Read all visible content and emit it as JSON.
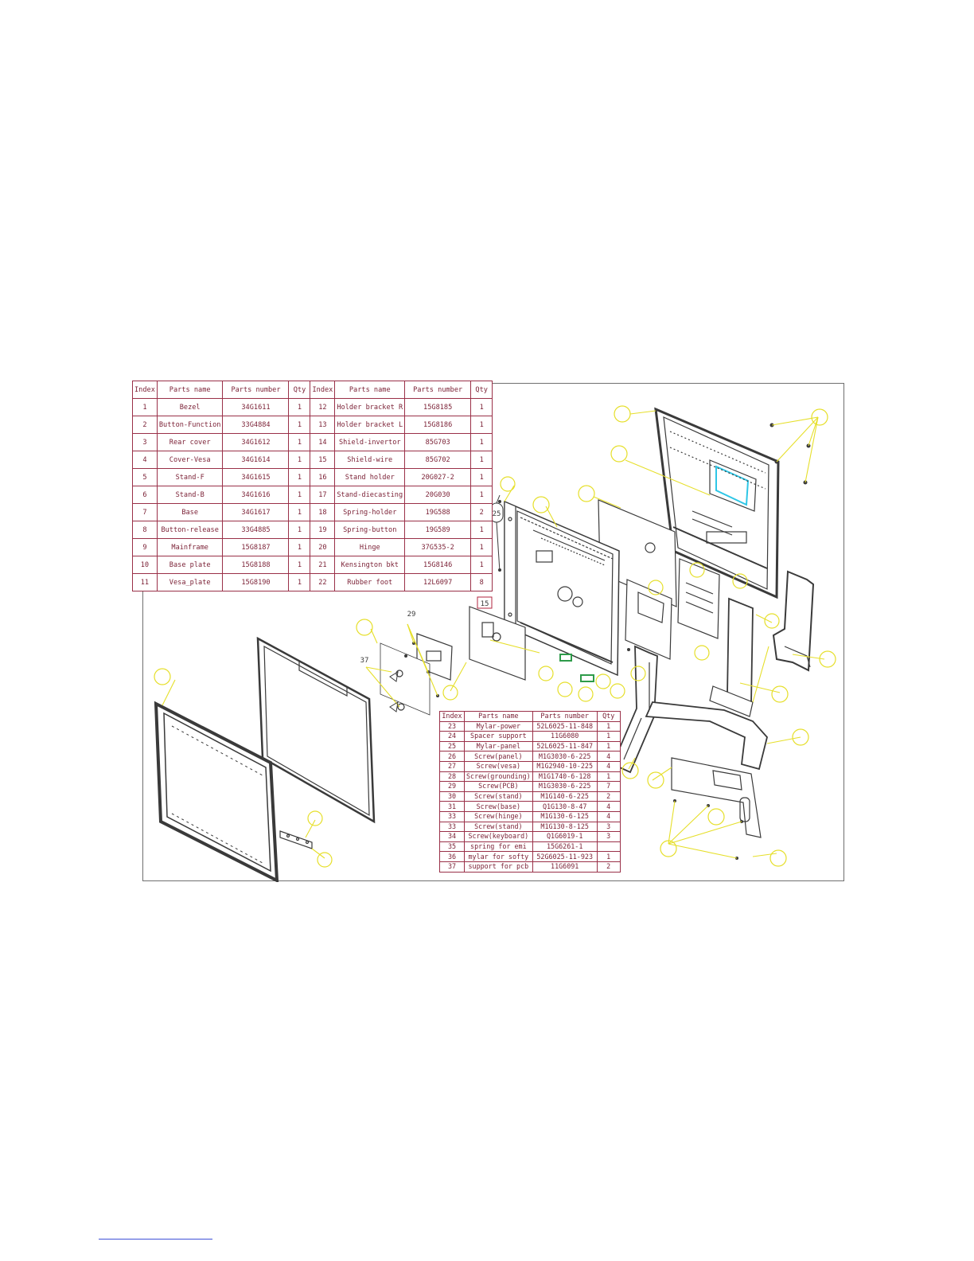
{
  "table_top": {
    "headers": [
      "Index",
      "Parts name",
      "Parts number",
      "Qty",
      "Index",
      "Parts name",
      "Parts number",
      "Qty"
    ],
    "rows": [
      [
        "1",
        "Bezel",
        "34G1611",
        "1",
        "12",
        "Holder bracket R",
        "15G8185",
        "1"
      ],
      [
        "2",
        "Button-Function",
        "33G4884",
        "1",
        "13",
        "Holder bracket L",
        "15G8186",
        "1"
      ],
      [
        "3",
        "Rear cover",
        "34G1612",
        "1",
        "14",
        "Shield-invertor",
        "85G703",
        "1"
      ],
      [
        "4",
        "Cover-Vesa",
        "34G1614",
        "1",
        "15",
        "Shield-wire",
        "85G702",
        "1"
      ],
      [
        "5",
        "Stand-F",
        "34G1615",
        "1",
        "16",
        "Stand holder",
        "20G027-2",
        "1"
      ],
      [
        "6",
        "Stand-B",
        "34G1616",
        "1",
        "17",
        "Stand-diecasting",
        "20G030",
        "1"
      ],
      [
        "7",
        "Base",
        "34G1617",
        "1",
        "18",
        "Spring-holder",
        "19G588",
        "2"
      ],
      [
        "8",
        "Button-release",
        "33G4885",
        "1",
        "19",
        "Spring-button",
        "19G589",
        "1"
      ],
      [
        "9",
        "Mainframe",
        "15G8187",
        "1",
        "20",
        "Hinge",
        "37G535-2",
        "1"
      ],
      [
        "10",
        "Base plate",
        "15G8188",
        "1",
        "21",
        "Kensington bkt",
        "15G8146",
        "1"
      ],
      [
        "11",
        "Vesa_plate",
        "15G8190",
        "1",
        "22",
        "Rubber foot",
        "12L6097",
        "8"
      ]
    ]
  },
  "table_bottom": {
    "headers": [
      "Index",
      "Parts name",
      "Parts number",
      "Qty"
    ],
    "rows": [
      [
        "23",
        "Mylar-power",
        "52L6025-11-848",
        "1"
      ],
      [
        "24",
        "Spacer support",
        "11G6080",
        "1"
      ],
      [
        "25",
        "Mylar-panel",
        "52L6025-11-847",
        "1"
      ],
      [
        "26",
        "Screw(panel)",
        "M1G3030-6-225",
        "4"
      ],
      [
        "27",
        "Screw(vesa)",
        "M1G2940-10-225",
        "4"
      ],
      [
        "28",
        "Screw(grounding)",
        "M1G1740-6-128",
        "1"
      ],
      [
        "29",
        "Screw(PCB)",
        "M1G3030-6-225",
        "7"
      ],
      [
        "30",
        "Screw(stand)",
        "M1G140-6-225",
        "2"
      ],
      [
        "31",
        "Screw(base)",
        "Q1G130-8-47",
        "4"
      ],
      [
        "33",
        "Screw(hinge)",
        "M1G130-6-125",
        "4"
      ],
      [
        "33",
        "Screw(stand)",
        "M1G130-8-125",
        "3"
      ],
      [
        "34",
        "Screw(keyboard)",
        "Q1G6019-1",
        "3"
      ],
      [
        "35",
        "spring for emi",
        "15G6261-1",
        ""
      ],
      [
        "36",
        "mylar for softy",
        "52G6025-11-923",
        "1"
      ],
      [
        "37",
        "support for pcb",
        "11G6091",
        "2"
      ]
    ]
  },
  "callouts": {
    "c25": "25",
    "c15": "15",
    "c29": "29",
    "c37": "37"
  },
  "colors": {
    "line": "#3a3a3a",
    "callout": "#e6df2a",
    "table": "#7a1f34",
    "red_label": "#b1243f",
    "accent_cyan": "#2ec6e6",
    "accent_green": "#2e9b4a"
  }
}
